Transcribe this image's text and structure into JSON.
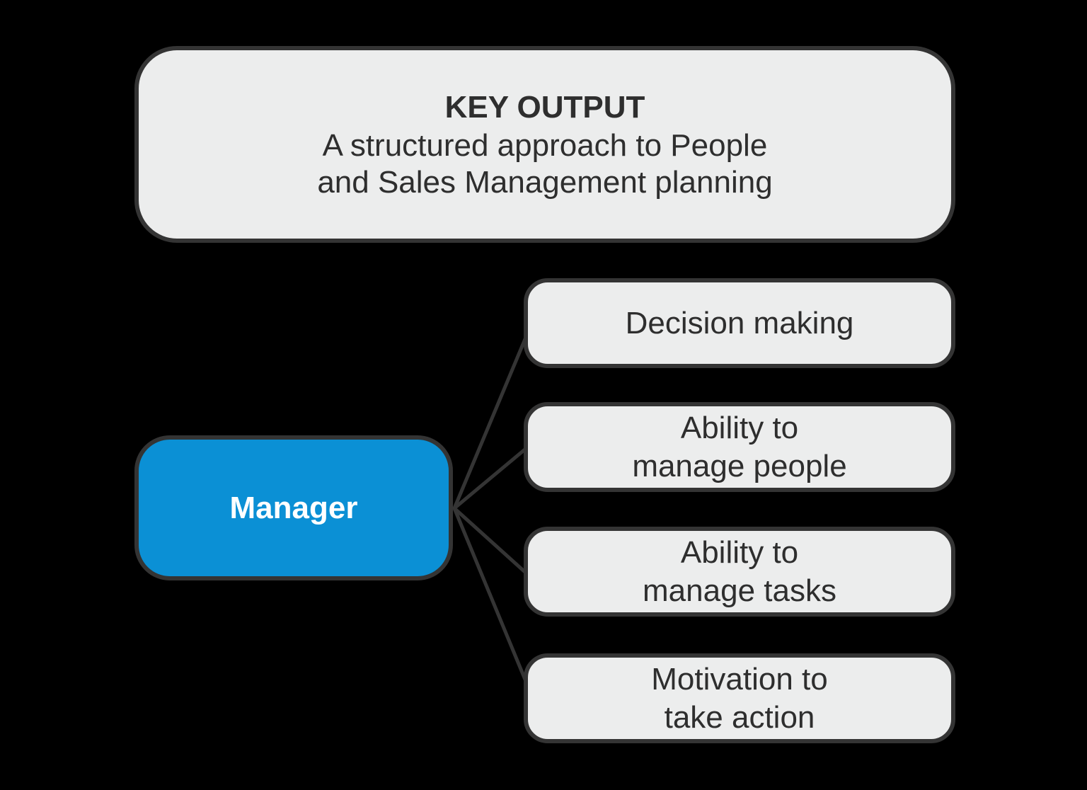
{
  "colors": {
    "bg": "#000000",
    "box_fill": "#eceded",
    "box_border": "#343434",
    "accent_blue": "#0b90d5",
    "text_dark": "#2e2e2e",
    "text_light": "#ffffff",
    "line_color": "#343434"
  },
  "key_output": {
    "title": "KEY OUTPUT",
    "subtitle_line1": "A structured approach to People",
    "subtitle_line2": "and Sales Management planning"
  },
  "manager": {
    "label": "Manager"
  },
  "factors": [
    {
      "line1": "Decision making",
      "line2": ""
    },
    {
      "line1": "Ability to",
      "line2": "manage people"
    },
    {
      "line1": "Ability to",
      "line2": "manage tasks"
    },
    {
      "line1": "Motivation to",
      "line2": "take action"
    }
  ]
}
